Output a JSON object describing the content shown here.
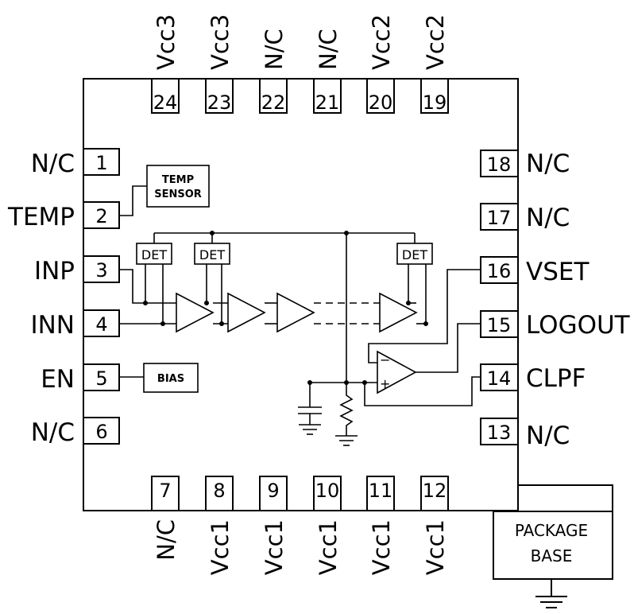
{
  "pins": {
    "top": [
      {
        "num": "24",
        "name": "Vcc3"
      },
      {
        "num": "23",
        "name": "Vcc3"
      },
      {
        "num": "22",
        "name": "N/C"
      },
      {
        "num": "21",
        "name": "N/C"
      },
      {
        "num": "20",
        "name": "Vcc2"
      },
      {
        "num": "19",
        "name": "Vcc2"
      }
    ],
    "left": [
      {
        "num": "1",
        "name": "N/C"
      },
      {
        "num": "2",
        "name": "TEMP"
      },
      {
        "num": "3",
        "name": "INP"
      },
      {
        "num": "4",
        "name": "INN"
      },
      {
        "num": "5",
        "name": "EN"
      },
      {
        "num": "6",
        "name": "N/C"
      }
    ],
    "right": [
      {
        "num": "18",
        "name": "N/C"
      },
      {
        "num": "17",
        "name": "N/C"
      },
      {
        "num": "16",
        "name": "VSET"
      },
      {
        "num": "15",
        "name": "LOGOUT"
      },
      {
        "num": "14",
        "name": "CLPF"
      },
      {
        "num": "13",
        "name": "N/C"
      }
    ],
    "bottom": [
      {
        "num": "7",
        "name": "N/C"
      },
      {
        "num": "8",
        "name": "Vcc1"
      },
      {
        "num": "9",
        "name": "Vcc1"
      },
      {
        "num": "10",
        "name": "Vcc1"
      },
      {
        "num": "11",
        "name": "Vcc1"
      },
      {
        "num": "12",
        "name": "Vcc1"
      }
    ]
  },
  "blocks": {
    "temp_sensor": [
      "TEMP",
      "SENSOR"
    ],
    "bias": "BIAS",
    "detector": "DET",
    "package_base": [
      "PACKAGE",
      "BASE"
    ]
  },
  "opamp": {
    "minus": "−",
    "plus": "+"
  }
}
